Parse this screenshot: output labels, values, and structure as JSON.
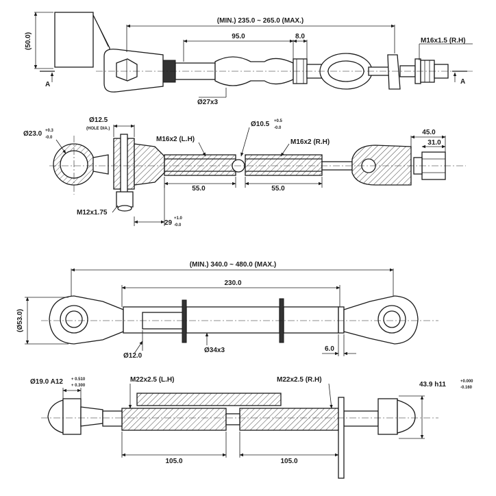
{
  "view1": {
    "dim_overall": "(MIN.) 235.0 ~ 265.0 (MAX.)",
    "dim_height": "(50.0)",
    "dim_95": "95.0",
    "dim_8": "8.0",
    "dim_dia27": "Ø27x3",
    "thread_rh": "M16x1.5 (R.H)",
    "section_a": "A"
  },
  "view2": {
    "dim_dia23": "Ø23.0",
    "tol_dia23_upper": "+0.3",
    "tol_dia23_lower": "-0.0",
    "dim_dia12_5": "Ø12.5",
    "hole_dia": "(HOLE DIA.)",
    "thread_lh": "M16x2 (L.H)",
    "dim_dia10_5": "Ø10.5",
    "tol_dia10_5_upper": "+0.5",
    "tol_dia10_5_lower": "-0.0",
    "thread_rh": "M16x2 (R.H)",
    "dim_45": "45.0",
    "dim_31": "31.0",
    "dim_55_left": "55.0",
    "dim_55_right": "55.0",
    "bolt": "M12x1.75",
    "dim_29": "29",
    "tol_29_upper": "+1.0",
    "tol_29_lower": "-0.0"
  },
  "view3": {
    "dim_overall": "(MIN.) 340.0 ~ 480.0 (MAX.)",
    "dim_230": "230.0",
    "dim_dia53": "(Ø53.0)",
    "dim_dia12": "Ø12.0",
    "dim_dia34": "Ø34x3",
    "dim_6": "6.0"
  },
  "view4": {
    "dim_dia19": "Ø19.0 A12",
    "tol_dia19_upper": "+ 0.510",
    "tol_dia19_lower": "+ 0.300",
    "thread_lh": "M22x2.5 (L.H)",
    "thread_rh": "M22x2.5 (R.H)",
    "dim_43_9": "43.9 h11",
    "tol_43_9_upper": "+0.000",
    "tol_43_9_lower": "-0.160",
    "dim_105_left": "105.0",
    "dim_105_right": "105.0"
  }
}
